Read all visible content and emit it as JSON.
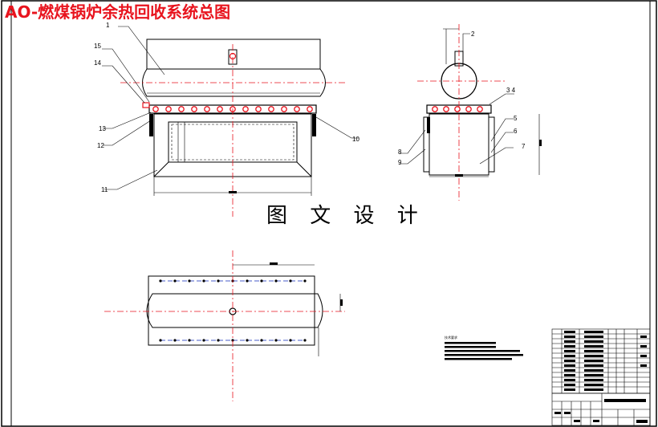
{
  "title": "AO-燃煤锅炉余热回收系统总图",
  "watermark": "图 文 设 计",
  "part_labels": {
    "p1": "1",
    "p2": "2",
    "p3_4": "3 4",
    "p5": "5",
    "p6": "6",
    "p7": "7",
    "p8": "8",
    "p9": "9",
    "p10": "10",
    "p11": "11",
    "p12": "12",
    "p13": "13",
    "p14": "14",
    "p15": "15"
  },
  "notes_heading": "技术要求",
  "colors": {
    "title": "#e8141e",
    "centerline": "#e8141e",
    "outline": "#000000",
    "hidden_line": "#4a5ec8"
  }
}
